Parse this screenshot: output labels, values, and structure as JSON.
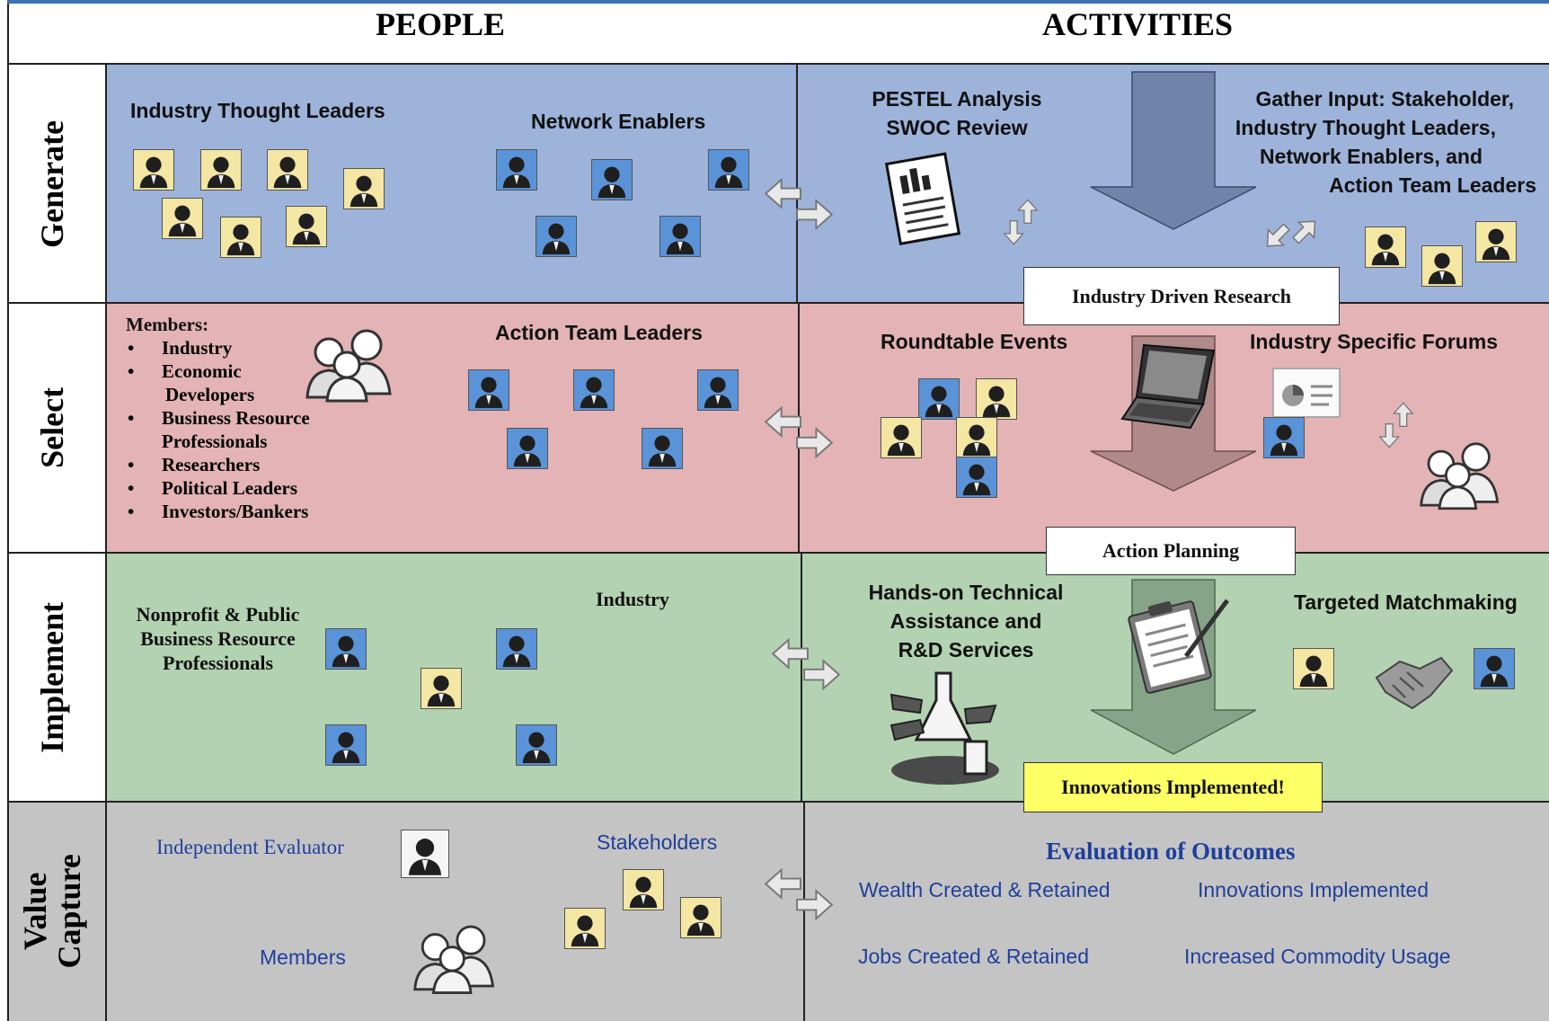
{
  "headers": {
    "people": "PEOPLE",
    "activities": "ACTIVITIES"
  },
  "rows": {
    "generate": "Generate",
    "select": "Select",
    "implement": "Implement",
    "value_capture_line1": "Value",
    "value_capture_line2": "Capture"
  },
  "generate": {
    "industry_thought_leaders": "Industry Thought Leaders",
    "network_enablers": "Network Enablers",
    "pestel_line1": "PESTEL  Analysis",
    "pestel_line2": "SWOC Review",
    "gather_line1": "Gather Input: Stakeholder,",
    "gather_line2": "Industry Thought Leaders,",
    "gather_line3": "Network Enablers, and",
    "gather_line4": "Action Team Leaders",
    "box": "Industry Driven Research"
  },
  "select": {
    "members_title": "Members:",
    "members": [
      "Industry",
      "Economic",
      "Business Resource",
      "Researchers",
      "Political Leaders",
      "Investors/Bankers"
    ],
    "members_cont": [
      "Developers",
      "Professionals"
    ],
    "action_team_leaders": "Action Team Leaders",
    "roundtable": "Roundtable Events",
    "forums": "Industry Specific Forums",
    "box": "Action Planning"
  },
  "implement": {
    "nonprofit_line1": "Nonprofit & Public",
    "nonprofit_line2": "Business Resource",
    "nonprofit_line3": "Professionals",
    "industry": "Industry",
    "handson_line1": "Hands-on Technical",
    "handson_line2": "Assistance and",
    "handson_line3": "R&D Services",
    "matchmaking": "Targeted Matchmaking",
    "box": "Innovations Implemented!"
  },
  "value_capture": {
    "evaluator": "Independent Evaluator",
    "stakeholders": "Stakeholders",
    "members": "Members",
    "evaluation_title": "Evaluation of Outcomes",
    "wealth": "Wealth Created & Retained",
    "innovations": "Innovations Implemented",
    "jobs": "Jobs Created & Retained",
    "commodity": "Increased Commodity Usage"
  },
  "colors": {
    "generate": "#9db3da",
    "select": "#e3b3b5",
    "implement": "#b3d2b1",
    "value_capture": "#c4c4c4",
    "label_yellow": "#ffff66",
    "outcome_blue": "#1f3f9c",
    "funnel_generate": "#6f84a8",
    "funnel_select": "#b08a8a",
    "funnel_implement": "#86a487"
  },
  "icons": [
    "person-silhouette-icon",
    "report-document-icon",
    "laptop-icon",
    "presentation-icon",
    "clipboard-icon",
    "lab-glassware-icon",
    "handshake-icon",
    "group-people-icon",
    "bidirectional-arrow-icon",
    "down-funnel-arrow-icon"
  ]
}
